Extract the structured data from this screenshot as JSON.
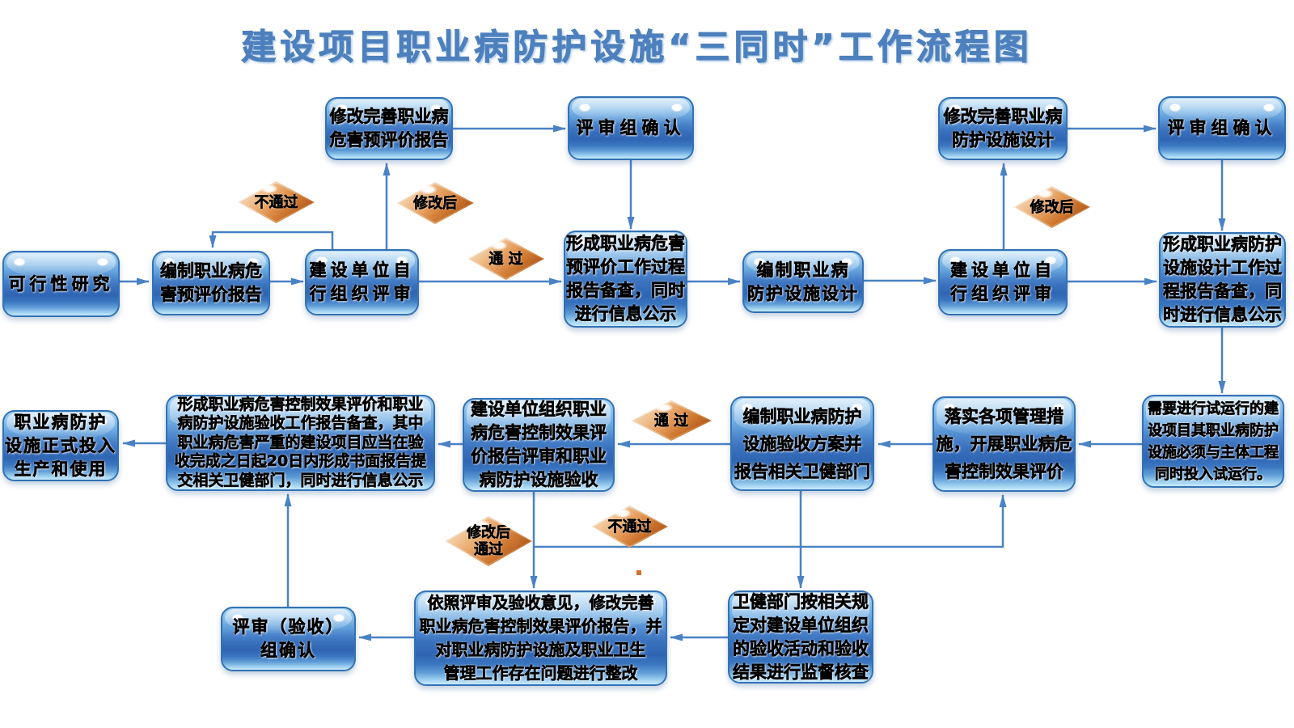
{
  "title": "建设项目职业病防护设施“三同时”工作流程图",
  "colors": {
    "title_blue": "#4d80bd",
    "box_gradient_mid": "#3a72be",
    "box_border": "#3372b4",
    "diamond_orange": "#d07a33",
    "connector_blue": "#4a82c4",
    "text": "#000000"
  },
  "nodes": {
    "feasibility": "可行性研究",
    "compile_pre_eval": "编制职业病危\n害预评价报告",
    "self_review_1": "建设单位自\n行组织评审",
    "revise_pre_eval": "修改完善职业病\n危害预评价报告",
    "review_group_confirm_1": "评审组确认",
    "form_pre_eval_record": "形成职业病危害\n预评价工作过程\n报告备查，同时\n进行信息公示",
    "design_facility": "编制职业病\n防护设施设计",
    "self_review_2": "建设单位自\n行组织评审",
    "revise_design": "修改完善职业病\n防护设施设计",
    "review_group_confirm_2": "评审组确认",
    "form_design_record": "形成职业病防护\n设施设计工作过\n程报告备查，同\n时进行信息公示",
    "trial_run": "需要进行试运行的建\n设项目其职业病防护\n设施必须与主体工程\n同时投入试运行。",
    "implement_measures": "落实各项管理措\n施，开展职业病危\n害控制效果评价",
    "acceptance_plan": "编制职业病防护\n设施验收方案并\n报告相关卫健部门",
    "org_acceptance": "建设单位组织职业\n病危害控制效果评\n价报告评审和职业\n病防护设施验收",
    "form_acceptance_record": "形成职业病危害控制效果评价和职业\n病防护设施验收工作报告备查，其中\n职业病危害严重的建设项目应当在验\n收完成之日起20日内形成书面报告提\n交相关卫健部门，同时进行信息公示",
    "formal_use": "职业病防护\n设施正式投入\n生产和使用",
    "acceptance_group_confirm": "评审（验收）\n组确认",
    "rectify": "依照评审及验收意见，修改完善\n职业病危害控制效果评价报告，并\n对职业病防护设施及职业卫生\n管理工作存在问题进行整改",
    "health_dept_check": "卫健部门按相关规\n定对建设单位组织\n的验收活动和验收\n结果进行监督核查"
  },
  "decisions": {
    "fail_1": "不通过",
    "revised_1": "修改后",
    "pass_1": "通 过",
    "revised_2": "修改后",
    "pass_2": "通 过",
    "fail_2": "不通过",
    "revised_pass": "修改后\n通过"
  }
}
